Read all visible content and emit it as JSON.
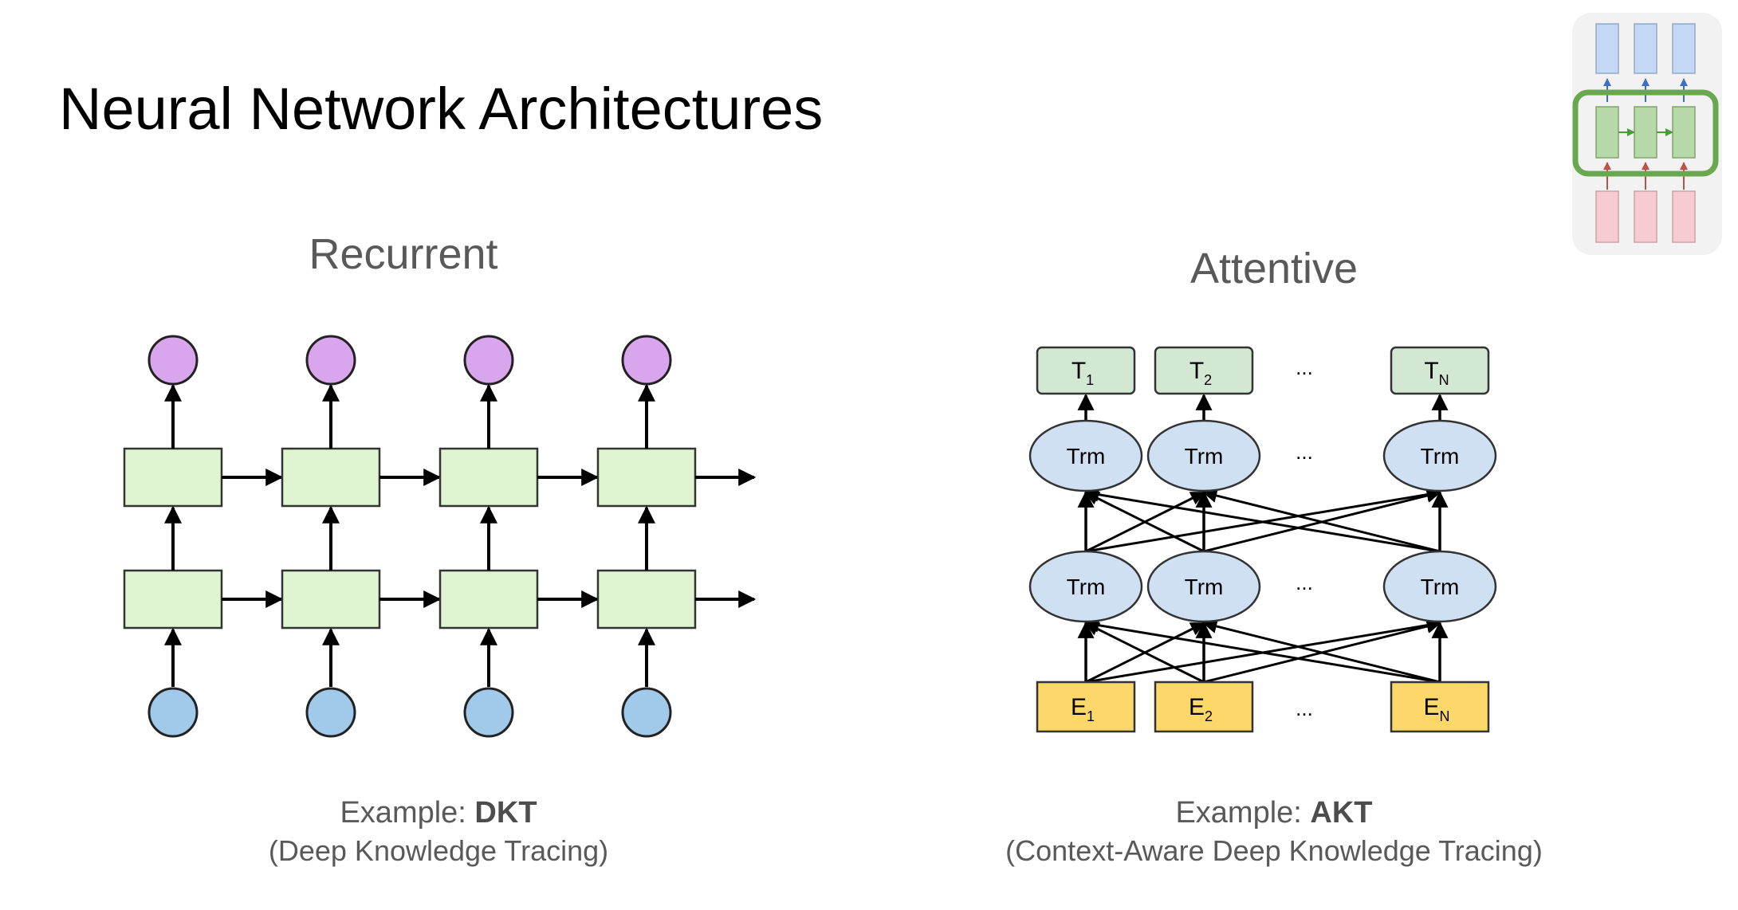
{
  "title": "Neural Network Architectures",
  "recurrent": {
    "heading": "Recurrent",
    "example_prefix": "Example: ",
    "example_name": "DKT",
    "example_full": "(Deep Knowledge Tracing)",
    "columns": 4
  },
  "attentive": {
    "heading": "Attentive",
    "example_prefix": "Example: ",
    "example_name": "AKT",
    "example_full": "(Context-Aware Deep Knowledge Tracing)",
    "output_labels": [
      {
        "base": "T",
        "sub": "1"
      },
      {
        "base": "T",
        "sub": "2"
      },
      {
        "base": "T",
        "sub": "N"
      }
    ],
    "input_labels": [
      {
        "base": "E",
        "sub": "1"
      },
      {
        "base": "E",
        "sub": "2"
      },
      {
        "base": "E",
        "sub": "N"
      }
    ],
    "layer_label": "Trm",
    "ellipsis": "..."
  },
  "colors": {
    "output_node": "#d9a5ec",
    "input_node": "#a1c9ea",
    "rnn_cell": "#dff5d2",
    "token_output": "#d3e8d3",
    "trm_node": "#cfe0f3",
    "token_input": "#fcd86a",
    "thumb_top": "#c5d9f6",
    "thumb_mid": "#b7d8a8",
    "thumb_bottom": "#f5ccd0",
    "thumb_highlight": "#6aa84f"
  }
}
